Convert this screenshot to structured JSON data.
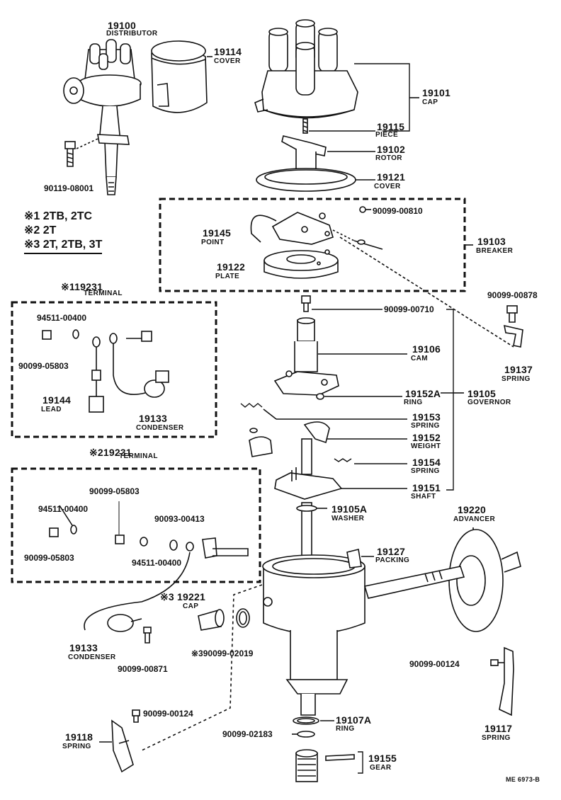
{
  "diagram": {
    "type": "exploded-parts-diagram",
    "subject": "Distributor assembly",
    "code": "ME 6973-B",
    "notes": [
      {
        "mark": "※1",
        "text": "2TB, 2TC"
      },
      {
        "mark": "※2",
        "text": "2T"
      },
      {
        "mark": "※3",
        "text": "2T, 2TB, 3T"
      }
    ],
    "parts": {
      "distributor": {
        "number": "19100",
        "name": "DISTRIBUTOR"
      },
      "cover_top": {
        "number": "19114",
        "name": "COVER"
      },
      "bolt_dist": {
        "number": "90119-08001"
      },
      "cap": {
        "number": "19101",
        "name": "CAP"
      },
      "piece": {
        "number": "19115",
        "name": "PIECE"
      },
      "rotor": {
        "number": "19102",
        "name": "ROTOR"
      },
      "cover_rotor": {
        "number": "19121",
        "name": "COVER"
      },
      "screw_breaker": {
        "number": "90099-00810"
      },
      "point": {
        "number": "19145",
        "name": "POINT"
      },
      "breaker": {
        "number": "19103",
        "name": "BREAKER"
      },
      "plate": {
        "number": "19122",
        "name": "PLATE"
      },
      "terminal1": {
        "mark": "※1",
        "number": "19231",
        "name": "TERMINAL"
      },
      "t1_washer": {
        "number": "94511-00400"
      },
      "t1_nut": {
        "number": "90099-05803"
      },
      "lead": {
        "number": "19144",
        "name": "LEAD"
      },
      "condenser1": {
        "number": "19133",
        "name": "CONDENSER"
      },
      "screw_cam": {
        "number": "90099-00710"
      },
      "screw_spring": {
        "number": "90099-00878"
      },
      "cam": {
        "number": "19106",
        "name": "CAM"
      },
      "spring_governor": {
        "number": "19137",
        "name": "SPRING"
      },
      "ring_cam": {
        "number": "19152A",
        "name": "RING"
      },
      "governor": {
        "number": "19105",
        "name": "GOVERNOR"
      },
      "spring_weight": {
        "number": "19153",
        "name": "SPRING"
      },
      "weight": {
        "number": "19152",
        "name": "WEIGHT"
      },
      "spring2": {
        "number": "19154",
        "name": "SPRING"
      },
      "shaft": {
        "number": "19151",
        "name": "SHAFT"
      },
      "terminal2": {
        "mark": "※2",
        "number": "19231",
        "name": "TERMINAL"
      },
      "t2_nut_a": {
        "number": "90099-05803"
      },
      "t2_washer_a": {
        "number": "94511-00400"
      },
      "t2_screw": {
        "number": "90093-00413"
      },
      "t2_nut_b": {
        "number": "90099-05803"
      },
      "t2_washer_b": {
        "number": "94511-00400"
      },
      "washer_shaft": {
        "number": "19105A",
        "name": "WASHER"
      },
      "advancer": {
        "number": "19220",
        "name": "ADVANCER"
      },
      "packing": {
        "number": "19127",
        "name": "PACKING"
      },
      "cap_oil": {
        "mark": "※3",
        "number": "19221",
        "name": "CAP"
      },
      "condenser2": {
        "number": "19133",
        "name": "CONDENSER"
      },
      "screw_cond": {
        "number": "90099-00871"
      },
      "oring": {
        "mark": "※3",
        "number": "90099-02019"
      },
      "screw_adv": {
        "number": "90099-00124"
      },
      "spring_adv": {
        "number": "19117",
        "name": "SPRING"
      },
      "screw_left": {
        "number": "90099-00124"
      },
      "spring_left": {
        "number": "19118",
        "name": "SPRING"
      },
      "ring_bottom": {
        "number": "19107A",
        "name": "RING"
      },
      "oring_bottom": {
        "number": "90099-02183"
      },
      "gear": {
        "number": "19155",
        "name": "GEAR"
      }
    }
  }
}
